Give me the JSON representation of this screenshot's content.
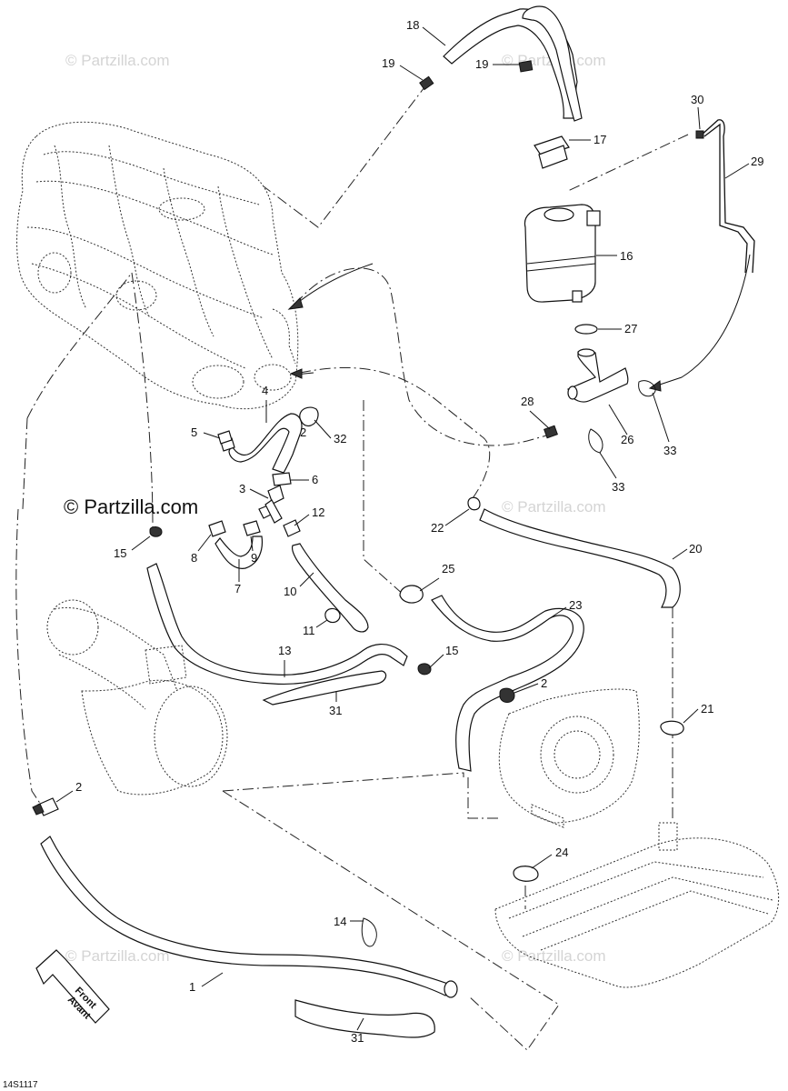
{
  "diagram": {
    "drawing_code": "14S1117",
    "watermark_main": "© Partzilla.com",
    "watermark_faint": "© Partzilla.com",
    "front_arrow": {
      "line1": "Front",
      "line2": "Avant"
    },
    "callouts": [
      "1",
      "2",
      "2",
      "2",
      "3",
      "4",
      "5",
      "6",
      "7",
      "8",
      "9",
      "10",
      "11",
      "12",
      "13",
      "14",
      "15",
      "15",
      "16",
      "17",
      "18",
      "19",
      "19",
      "20",
      "21",
      "22",
      "23",
      "24",
      "25",
      "26",
      "27",
      "28",
      "29",
      "30",
      "31",
      "31",
      "32",
      "33",
      "33"
    ]
  }
}
